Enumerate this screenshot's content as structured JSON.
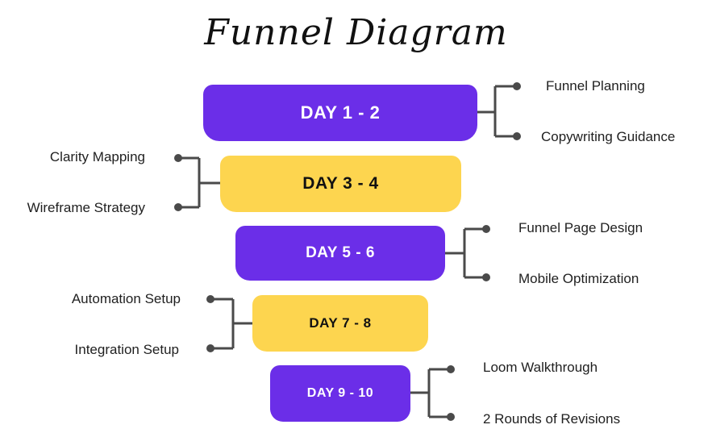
{
  "title": "Funnel Diagram",
  "colors": {
    "purple": "#6b2ee8",
    "yellow": "#fdd54f",
    "connector": "#4a4a4a"
  },
  "stages": [
    {
      "label": "DAY 1 - 2",
      "items": [
        "Funnel Planning",
        "Copywriting Guidance"
      ]
    },
    {
      "label": "DAY 3 - 4",
      "items": [
        "Clarity Mapping",
        "Wireframe Strategy"
      ]
    },
    {
      "label": "DAY 5 - 6",
      "items": [
        "Funnel Page Design",
        "Mobile Optimization"
      ]
    },
    {
      "label": "DAY 7 - 8",
      "items": [
        "Automation Setup",
        "Integration Setup"
      ]
    },
    {
      "label": "DAY 9 - 10",
      "items": [
        "Loom Walkthrough",
        "2 Rounds of Revisions"
      ]
    }
  ]
}
